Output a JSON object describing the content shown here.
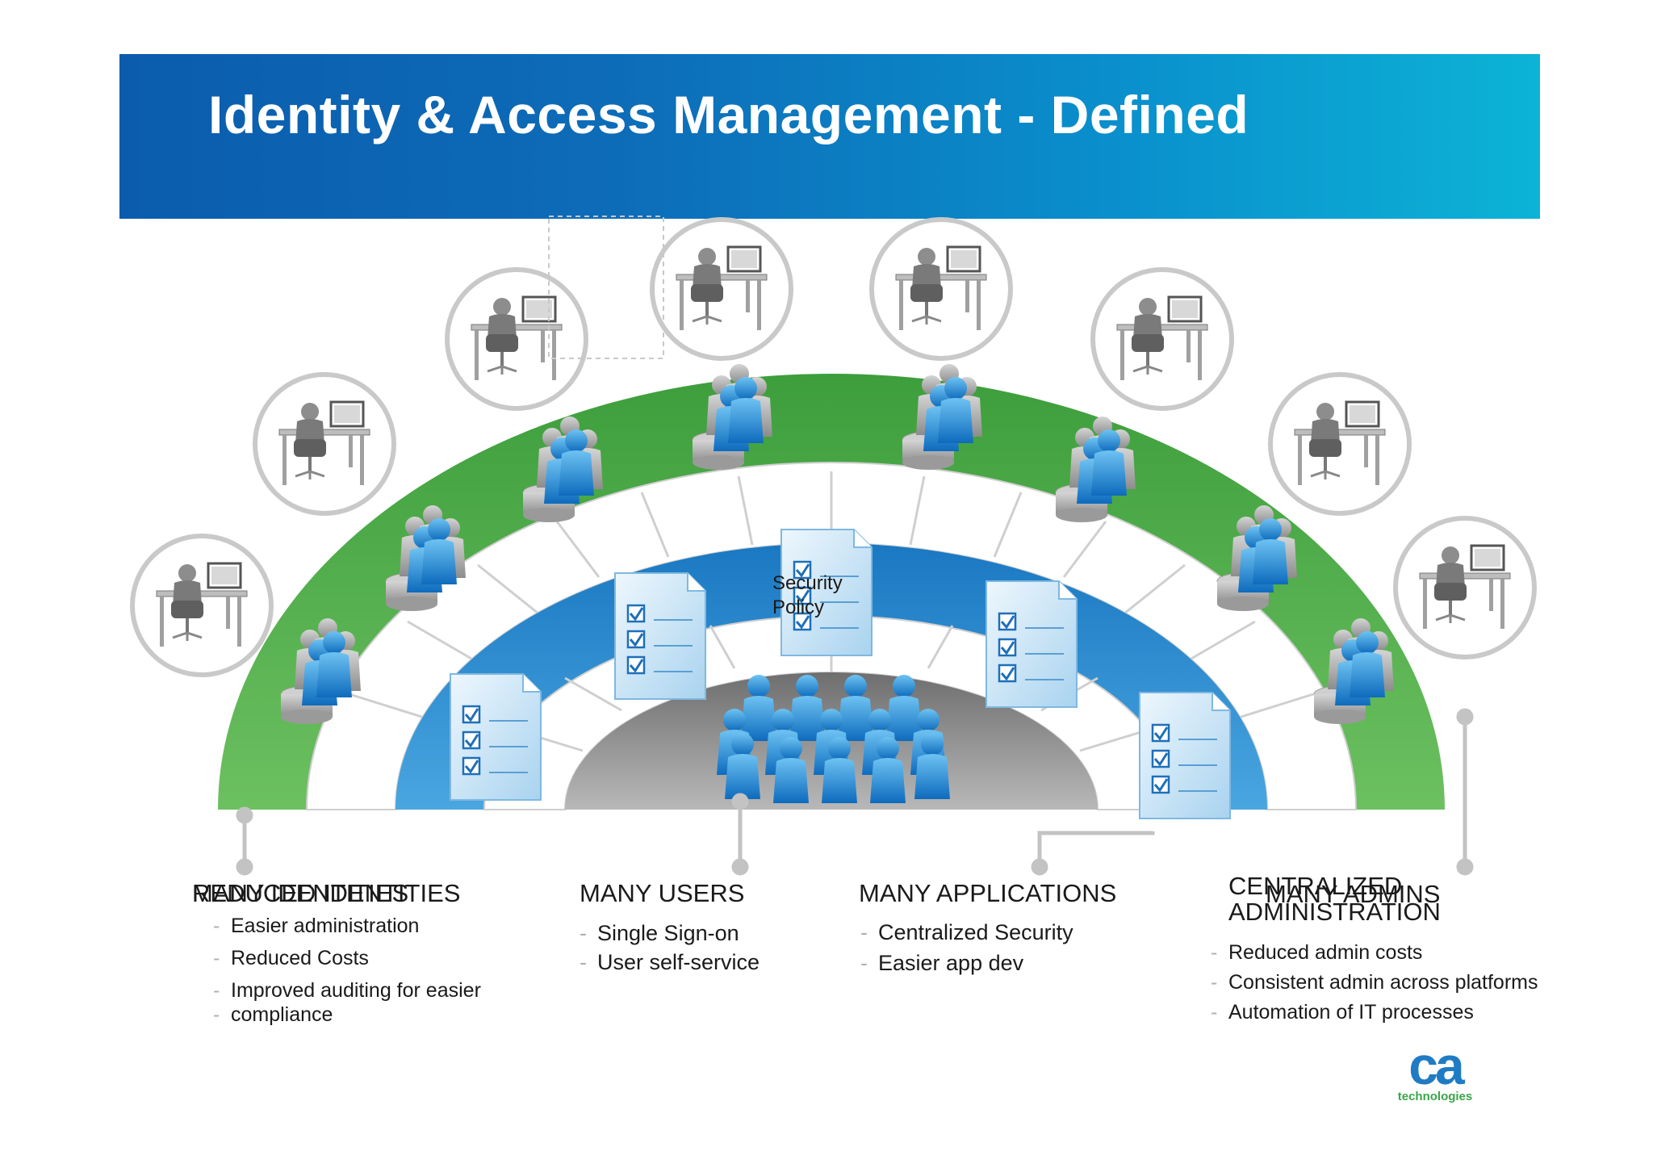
{
  "slide": {
    "title": "Identity & Access Management - Defined",
    "policy_label": "Security Policy"
  },
  "columns": [
    {
      "heading": "REDUCED IDENTITIES",
      "overlay": "MANY IDENTITIES",
      "items": [
        "Easier administration",
        "Reduced Costs",
        "Improved auditing for easier",
        "compliance"
      ]
    },
    {
      "heading": "MANY USERS",
      "items": [
        "Single Sign-on",
        "User self-service"
      ]
    },
    {
      "heading": "MANY APPLICATIONS",
      "items": [
        "Centralized Security",
        "Easier app dev"
      ]
    },
    {
      "heading": "CENTRALIZED ADMINISTRATION",
      "overlay": "MANY ADMINS",
      "items": [
        "Reduced admin costs",
        "Consistent admin across platforms",
        "Automation of  IT processes"
      ]
    }
  ],
  "logo": {
    "mark": "ca",
    "sub": "technologies"
  },
  "colors": {
    "banner_start": "#0b5cad",
    "banner_end": "#0cb3d6",
    "green_arc": "#4fae4c",
    "blue_arc": "#1e86cf",
    "core": "#8a8a8a"
  },
  "icons": [
    "workstation-icon",
    "user-group-icon",
    "policy-document-icon",
    "checkbox-icon"
  ]
}
